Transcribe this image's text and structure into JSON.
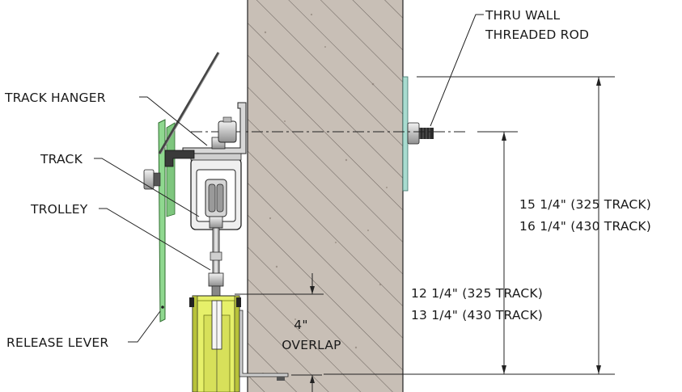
{
  "labels": {
    "thru_wall_line1": "THRU WALL",
    "thru_wall_line2": "THREADED ROD",
    "track_hanger": "TRACK HANGER",
    "track": "TRACK",
    "trolley": "TROLLEY",
    "release_lever": "RELEASE LEVER",
    "overlap_value": "4\"",
    "overlap_word": "OVERLAP",
    "dim_rod_325": "12 1/4\" (325 TRACK)",
    "dim_rod_430": "13 1/4\" (430 TRACK)",
    "dim_plate_325": "15 1/4\" (325 TRACK)",
    "dim_plate_430": "16 1/4\" (430 TRACK)"
  },
  "colors": {
    "wall_fill": "#c8bfb6",
    "wall_hatch": "#6e6660",
    "release_lever": "#8fd88f",
    "wall_plate": "#a9dcd0",
    "door_yellow": "#e6f06a",
    "door_yellow_dark": "#b8c23a",
    "steel_light": "#e2e2e2",
    "steel_dark": "#7a7a7a"
  }
}
